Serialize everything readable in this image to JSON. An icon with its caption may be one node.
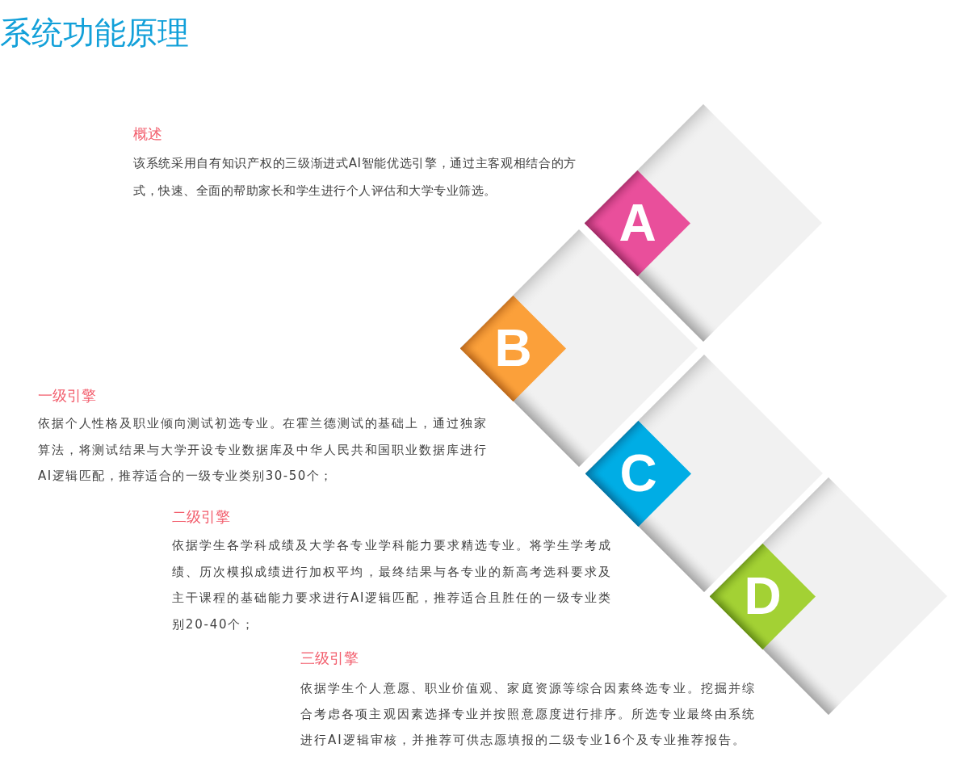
{
  "diagram": {
    "title": "系统功能原理",
    "nodes": [
      {
        "text": [],
        "shape": "diamond"
      },
      {
        "text": [
          "A"
        ],
        "in": 0,
        "beside": [
          "概述",
          "该系统采用自有知识产权的三级渐进式AI智能优选引擎，通过主客观相结合的方式，快速、全面的帮助家长和学生进行个人评估和大学专业筛选。"
        ]
      },
      {
        "text": [],
        "shape": "diamond"
      },
      {
        "text": [
          "B"
        ],
        "in": 2,
        "beside": [
          "一级引擎",
          "依据个人性格及职业倾向测试初选专业。在霍兰德测试的基础上，通过独家算法，将测试结果与大学开设专业数据库及中华人民共和国职业数据库进行AI逻辑匹配，推荐适合的一级专业类别30-50个；"
        ]
      },
      {
        "text": [],
        "shape": "diamond"
      },
      {
        "text": [
          "C"
        ],
        "in": 4,
        "beside": [
          "二级引擎",
          "依据学生各学科成绩及大学各专业学科能力要求精选专业。将学生学考成绩、历次模拟成绩进行加权平均，最终结果与各专业的新高考选科要求及主干课程的基础能力要求进行AI逻辑匹配，推荐适合且胜任的一级专业类别20-40个；"
        ]
      },
      {
        "text": [],
        "shape": "diamond"
      },
      {
        "text": [
          "D"
        ],
        "in": 6,
        "beside": [
          "三级引擎",
          "依据学生个人意愿、职业价值观、家庭资源等综合因素终选专业。挖掘并综合考虑各项主观因素选择专业并按照意愿度进行排序。所选专业最终由系统进行AI逻辑审核，并推荐可供志愿填报的二级专业16个及专业推荐报告。"
        ]
      }
    ]
  }
}
